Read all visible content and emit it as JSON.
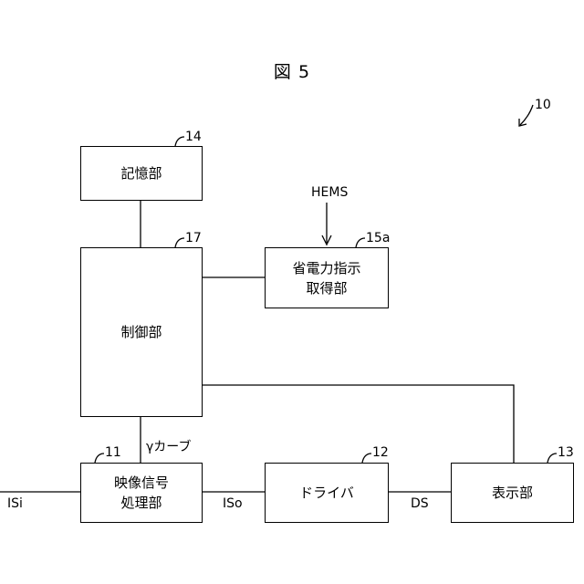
{
  "figure": {
    "title": "図 5",
    "device_ref": "10"
  },
  "blocks": {
    "memory": {
      "lines": [
        "記憶部"
      ],
      "ref": "14"
    },
    "control": {
      "lines": [
        "制御部"
      ],
      "ref": "17"
    },
    "power_save": {
      "lines": [
        "省電力指示",
        "取得部"
      ],
      "ref": "15a"
    },
    "video_proc": {
      "lines": [
        "映像信号",
        "処理部"
      ],
      "ref": "11"
    },
    "driver": {
      "lines": [
        "ドライバ"
      ],
      "ref": "12"
    },
    "display": {
      "lines": [
        "表示部"
      ],
      "ref": "13"
    }
  },
  "signals": {
    "hems": "HEMS",
    "gamma": "γカーブ",
    "input": "ISi",
    "output": "ISo",
    "drive": "DS"
  }
}
